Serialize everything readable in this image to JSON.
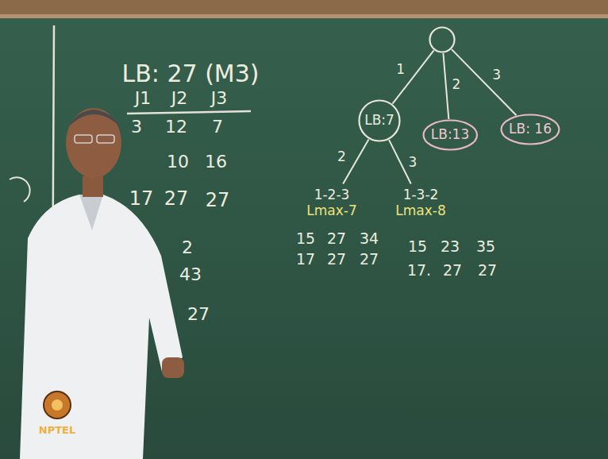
{
  "diagram": {
    "nodes": [
      {
        "text": []
      },
      {
        "text": [
          "LB:7"
        ]
      },
      {
        "text": [
          "LB:13"
        ]
      },
      {
        "text": [
          "LB: 16"
        ]
      },
      {
        "text": [
          "1-2-3",
          "Lmax-7"
        ]
      },
      {
        "text": [
          "1-3-2",
          "Lmax-8"
        ]
      }
    ],
    "edges": [
      {
        "from": 0,
        "to": 1,
        "label": "1",
        "arrow": "none"
      },
      {
        "from": 0,
        "to": 2,
        "label": "2",
        "arrow": "none"
      },
      {
        "from": 0,
        "to": 3,
        "label": "3",
        "arrow": "none"
      },
      {
        "from": 1,
        "to": 4,
        "label": "2",
        "arrow": "none"
      },
      {
        "from": 1,
        "to": 5,
        "label": "3",
        "arrow": "none"
      }
    ],
    "labels": [
      "LB: 27 (M3)",
      "J1",
      "J2",
      "J3",
      "3",
      "12",
      "7",
      "10",
      "16",
      "17",
      "27",
      "27",
      "2",
      "43",
      "27",
      "15",
      "27",
      "34",
      "17",
      "27",
      "27",
      "15",
      "23",
      "35",
      "17.",
      "27",
      "27",
      "NPTEL"
    ]
  }
}
